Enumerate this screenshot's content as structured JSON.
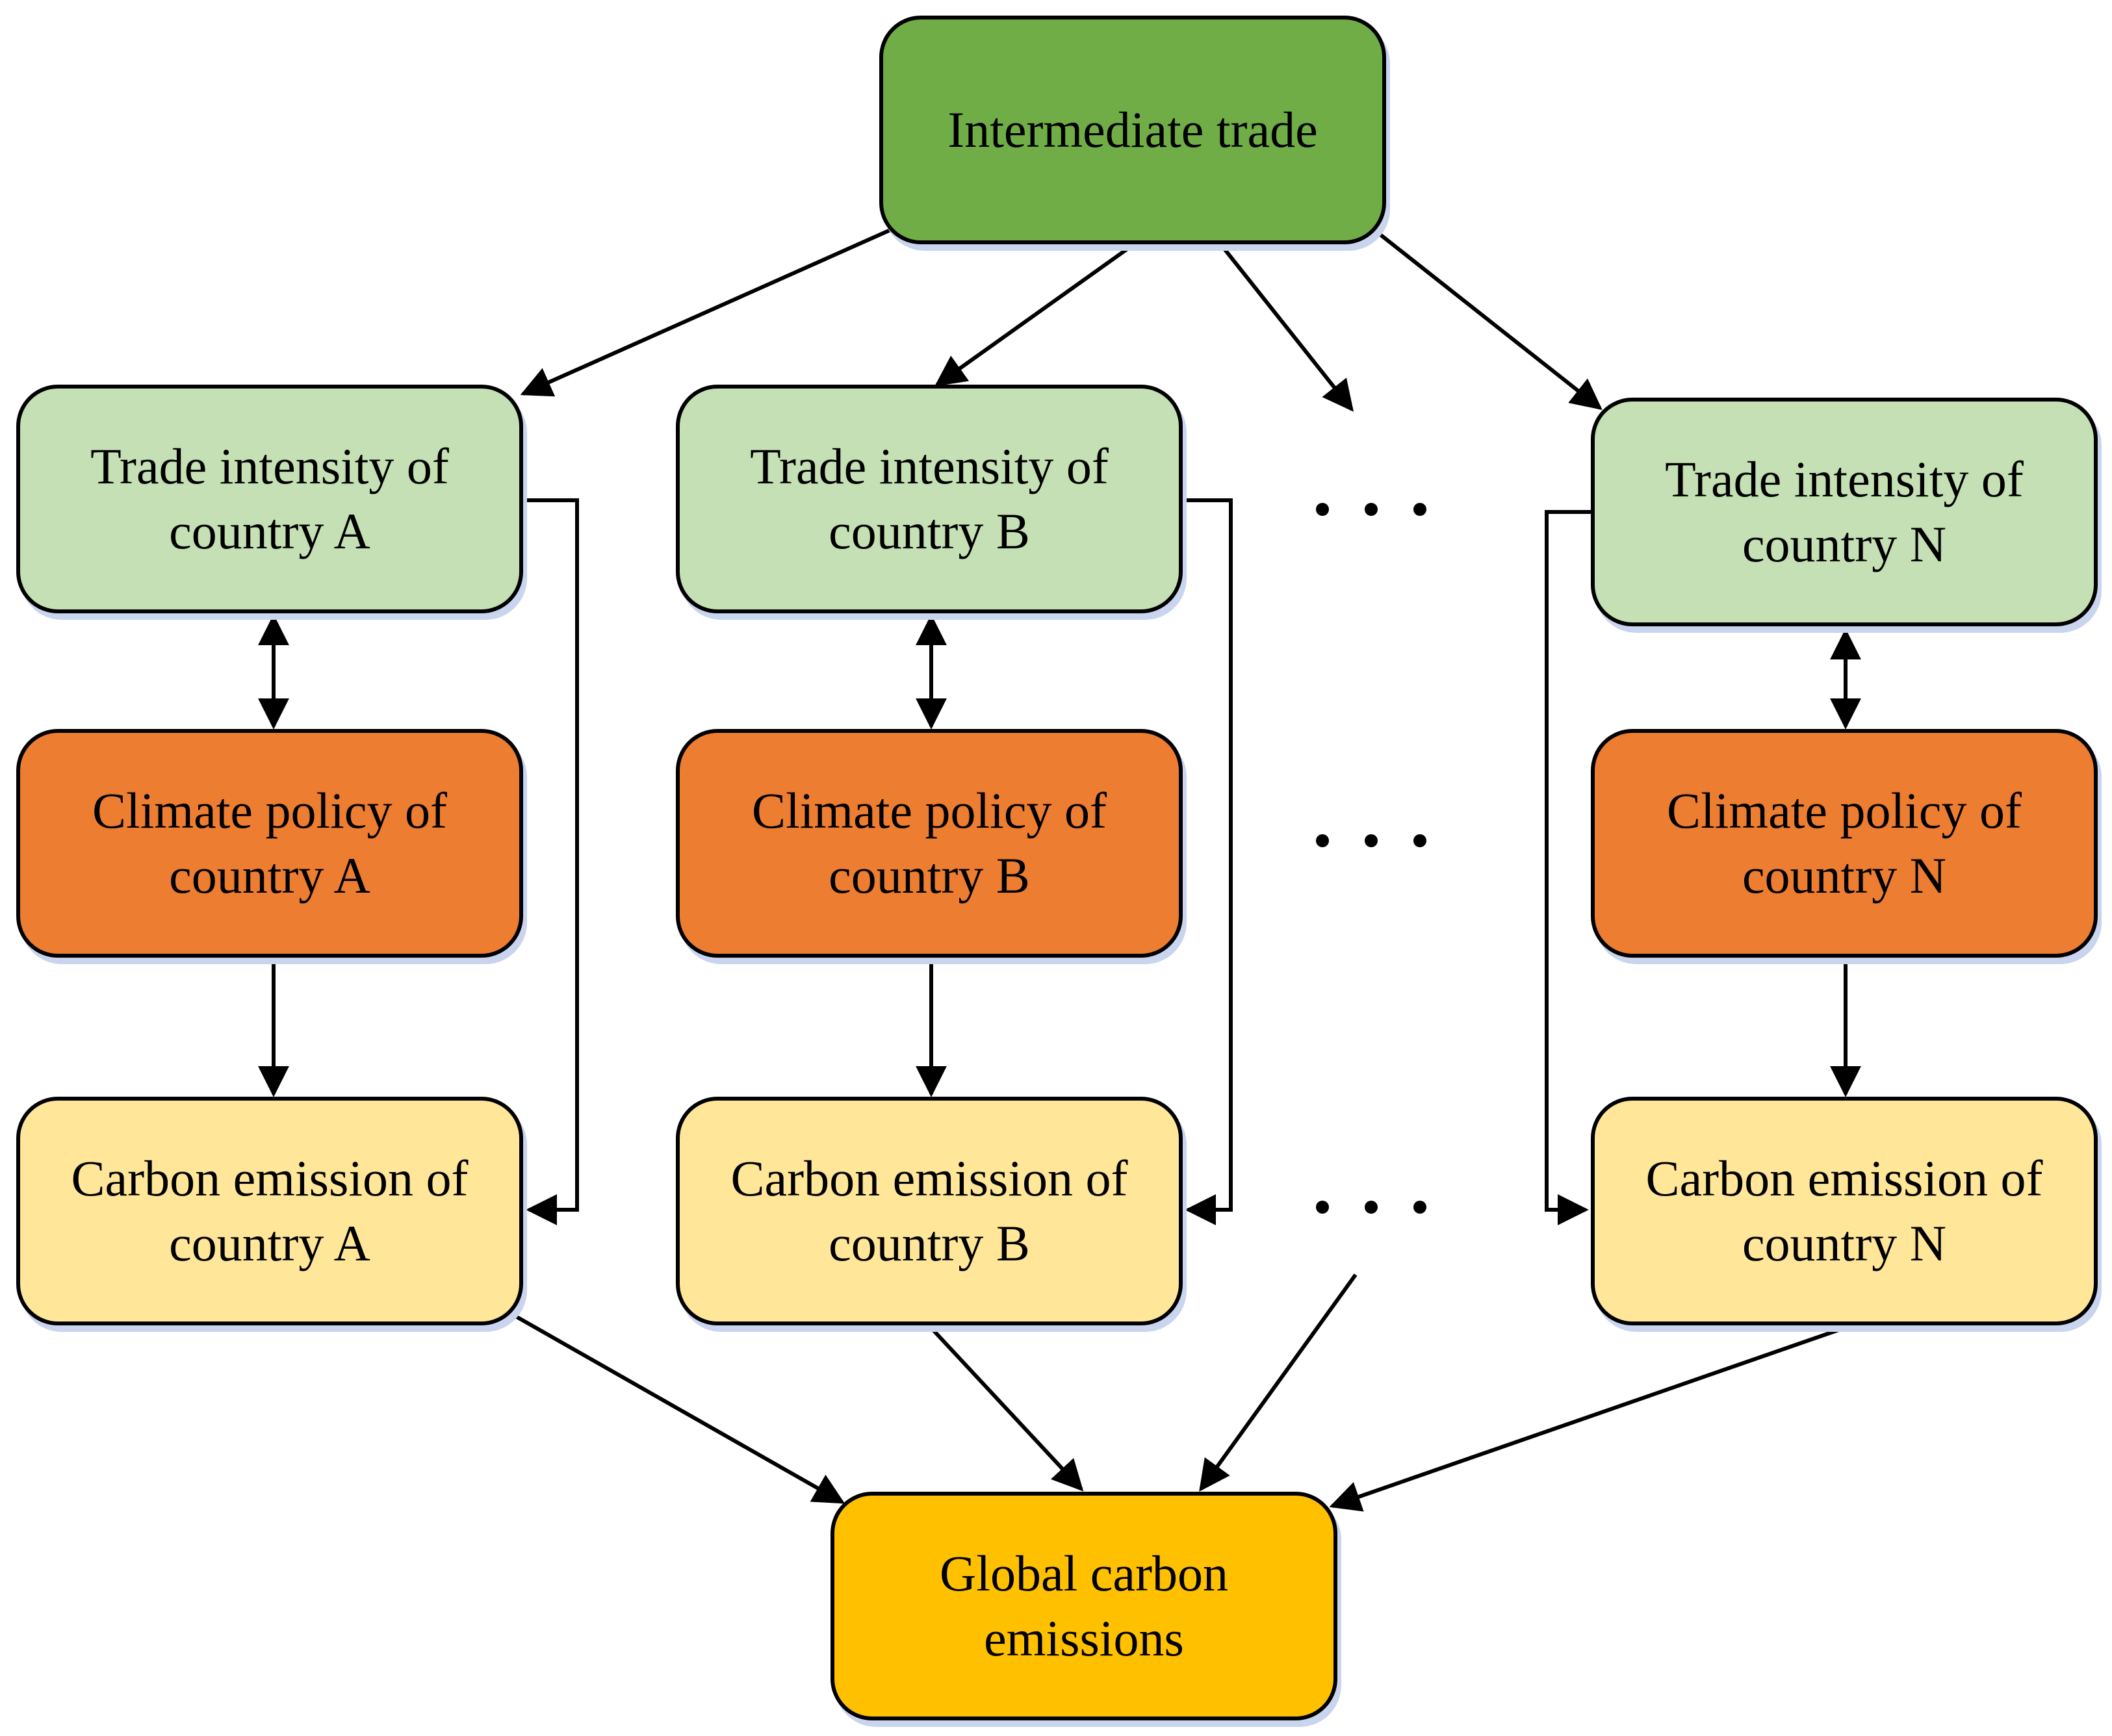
{
  "colors": {
    "top": "#70ad47",
    "trade": "#c5e0b4",
    "policy": "#ed7d31",
    "emission": "#ffe699",
    "global": "#ffc000"
  },
  "nodes": {
    "intermediate_trade": "Intermediate trade",
    "trade_a": "Trade intensity of\ncountry A",
    "trade_b": "Trade intensity of\ncountry B",
    "trade_n": "Trade intensity of\ncountry N",
    "policy_a": "Climate policy of\ncountry A",
    "policy_b": "Climate policy of\ncountry B",
    "policy_n": "Climate policy of\ncountry N",
    "emission_a": "Carbon emission of\ncountry A",
    "emission_b": "Carbon emission of\ncountry B",
    "emission_n": "Carbon emission of\ncountry N",
    "global": "Global carbon\nemissions"
  },
  "edges": [
    {
      "from": "intermediate_trade",
      "to": "trade_a"
    },
    {
      "from": "intermediate_trade",
      "to": "trade_b"
    },
    {
      "from": "intermediate_trade",
      "to": "ellipsis"
    },
    {
      "from": "intermediate_trade",
      "to": "trade_n"
    },
    {
      "from": "trade_a",
      "to": "policy_a",
      "bidirectional": true
    },
    {
      "from": "trade_b",
      "to": "policy_b",
      "bidirectional": true
    },
    {
      "from": "trade_n",
      "to": "policy_n",
      "bidirectional": true
    },
    {
      "from": "policy_a",
      "to": "emission_a"
    },
    {
      "from": "policy_b",
      "to": "emission_b"
    },
    {
      "from": "policy_n",
      "to": "emission_n"
    },
    {
      "from": "trade_a",
      "to": "emission_a"
    },
    {
      "from": "trade_b",
      "to": "emission_b"
    },
    {
      "from": "trade_n",
      "to": "emission_n"
    },
    {
      "from": "emission_a",
      "to": "global"
    },
    {
      "from": "emission_b",
      "to": "global"
    },
    {
      "from": "ellipsis",
      "to": "global"
    },
    {
      "from": "emission_n",
      "to": "global"
    }
  ]
}
